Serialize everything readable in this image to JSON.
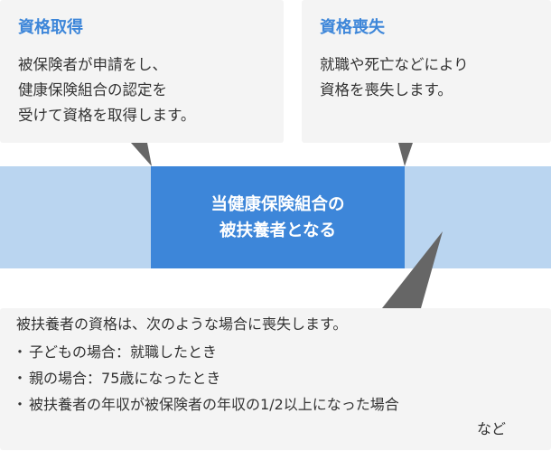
{
  "acquisition": {
    "title": "資格取得",
    "lines": [
      "被保険者が申請をし、",
      "健康保険組合の認定を",
      "受けて資格を取得します。"
    ]
  },
  "loss": {
    "title": "資格喪失",
    "lines": [
      "就職や死亡などにより",
      "資格を喪失します。"
    ]
  },
  "center": {
    "line1": "当健康保険組合の",
    "line2": "被扶養者となる"
  },
  "conditions": {
    "lead": "被扶養者の資格は、次のような場合に喪失します。",
    "items": [
      "子どもの場合：就職したとき",
      "親の場合：75歳になったとき",
      "被扶養者の年収が被保険者の年収の1/2以上になった場合"
    ],
    "etc": "など"
  },
  "colors": {
    "accent": "#3d86d9",
    "band": "#bad5f0",
    "box": "#f4f4f4",
    "pointer": "#666666"
  }
}
